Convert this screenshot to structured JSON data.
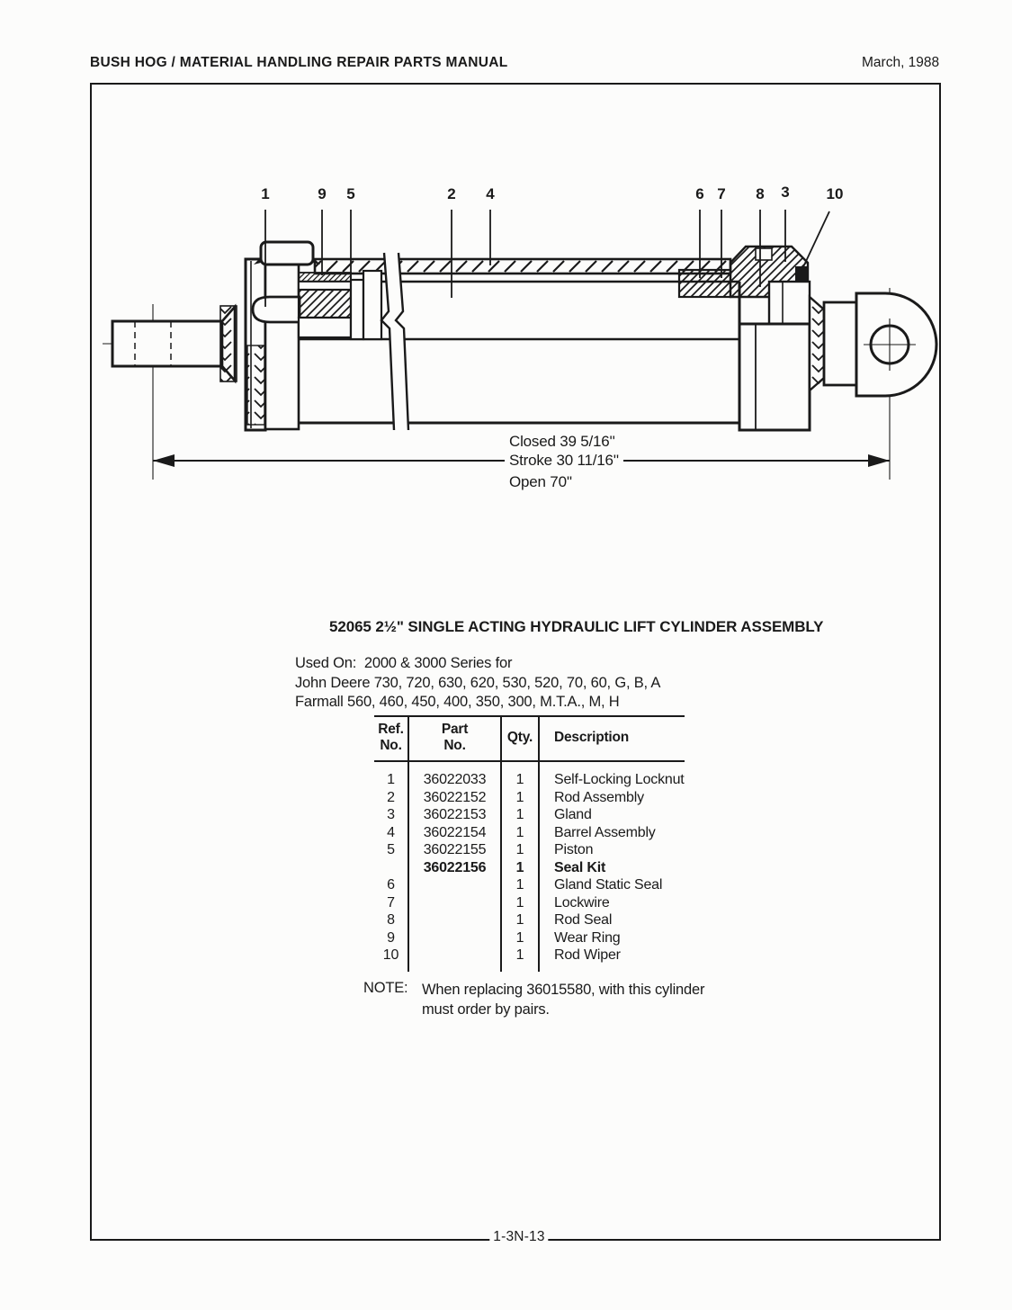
{
  "colors": {
    "ink": "#1a1a1a",
    "paper": "#fcfcfb"
  },
  "header": {
    "left": "BUSH HOG / MATERIAL HANDLING REPAIR PARTS MANUAL",
    "right": "March, 1988"
  },
  "figure": {
    "callouts": [
      "1",
      "9",
      "5",
      "2",
      "4",
      "6",
      "7",
      "8",
      "3",
      "10"
    ],
    "dim_closed": "Closed 39 5/16''",
    "dim_stroke": "Stroke 30 11/16''",
    "dim_open": "Open 70''"
  },
  "section": {
    "title": "52065 2½\" SINGLE ACTING HYDRAULIC LIFT CYLINDER ASSEMBLY",
    "used_on_1": "Used On:  2000 & 3000 Series for",
    "used_on_2": "John Deere 730, 720, 630, 620, 530, 520, 70, 60, G, B, A",
    "used_on_3": "Farmall 560, 460, 450, 400, 350, 300, M.T.A., M, H"
  },
  "table": {
    "header": {
      "ref1": "Ref.",
      "ref2": "No.",
      "part1": "Part",
      "part2": "No.",
      "qty": "Qty.",
      "desc": "Description"
    },
    "rows": [
      {
        "ref": "1",
        "part": "36022033",
        "qty": "1",
        "desc": "Self-Locking Locknut"
      },
      {
        "ref": "2",
        "part": "36022152",
        "qty": "1",
        "desc": "Rod Assembly"
      },
      {
        "ref": "3",
        "part": "36022153",
        "qty": "1",
        "desc": "Gland"
      },
      {
        "ref": "4",
        "part": "36022154",
        "qty": "1",
        "desc": "Barrel Assembly"
      },
      {
        "ref": "5",
        "part": "36022155",
        "qty": "1",
        "desc": "Piston"
      },
      {
        "ref": "",
        "part": "36022156",
        "qty": "1",
        "desc": "Seal Kit"
      },
      {
        "ref": "6",
        "part": "",
        "qty": "1",
        "desc": "Gland Static Seal"
      },
      {
        "ref": "7",
        "part": "",
        "qty": "1",
        "desc": "Lockwire"
      },
      {
        "ref": "8",
        "part": "",
        "qty": "1",
        "desc": "Rod Seal"
      },
      {
        "ref": "9",
        "part": "",
        "qty": "1",
        "desc": "Wear Ring"
      },
      {
        "ref": "10",
        "part": "",
        "qty": "1",
        "desc": "Rod Wiper"
      }
    ]
  },
  "note": {
    "label": "NOTE:",
    "line1": "When replacing 36015580, with this cylinder",
    "line2": "must order by pairs."
  },
  "footer": {
    "page": "1-3N-13"
  }
}
